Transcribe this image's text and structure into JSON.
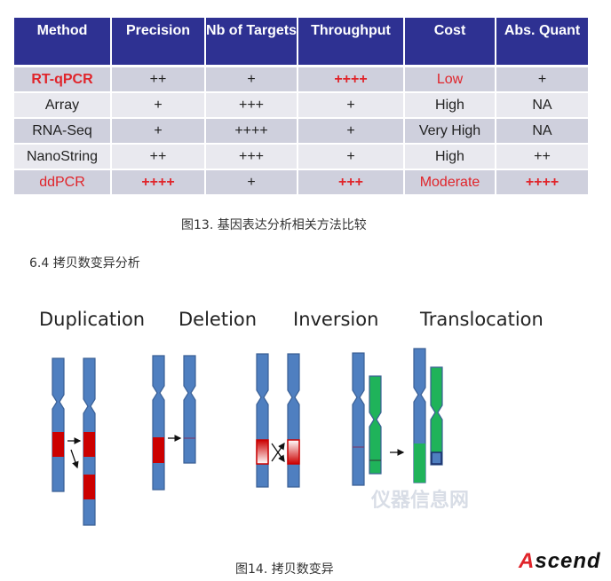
{
  "table": {
    "headers": [
      "Method",
      "Precision",
      "Nb of Targets",
      "Throughput",
      "Cost",
      "Abs. Quant"
    ],
    "rows": [
      {
        "cells": [
          "RT-qPCR",
          "++",
          "+",
          "++++",
          "Low",
          "+"
        ],
        "red": [
          0,
          3,
          4
        ]
      },
      {
        "cells": [
          "Array",
          "+",
          "+++",
          "+",
          "High",
          "NA"
        ],
        "red": []
      },
      {
        "cells": [
          "RNA-Seq",
          "+",
          "++++",
          "+",
          "Very High",
          "NA"
        ],
        "red": []
      },
      {
        "cells": [
          "NanoString",
          "++",
          "+++",
          "+",
          "High",
          "++"
        ],
        "red": []
      },
      {
        "cells": [
          "ddPCR",
          "++++",
          "+",
          "+++",
          "Moderate",
          "++++"
        ],
        "red": [
          0,
          1,
          3,
          4,
          5
        ]
      }
    ]
  },
  "caption13": "图13. 基因表达分析相关方法比较",
  "section_heading": "6.4 拷贝数变异分析",
  "figure": {
    "titles": [
      "Duplication",
      "Deletion",
      "Inversion",
      "Translocation"
    ]
  },
  "caption14": "图14. 拷贝数变异",
  "logo": {
    "first": "A",
    "rest": "scend"
  },
  "watermark": "仪器信息网",
  "colors": {
    "header": "#2e3192",
    "red": "#e0242a",
    "chromosome": "#4f7fc0",
    "green": "#1fb35a",
    "band": "#cc0000"
  }
}
